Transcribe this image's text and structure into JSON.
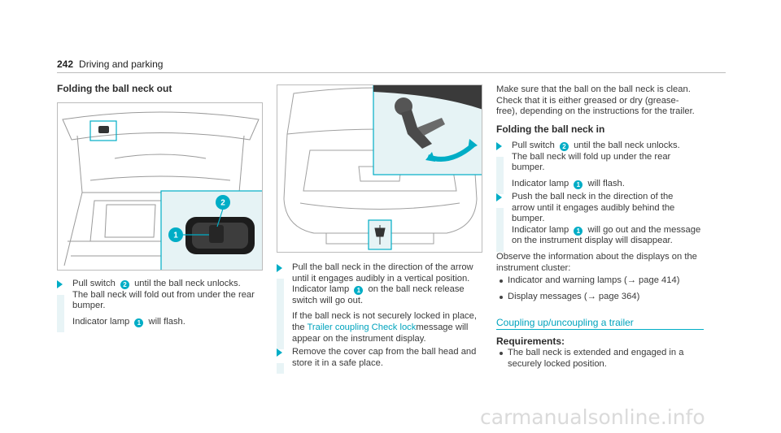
{
  "header": {
    "page_number": "242",
    "section": "Driving and parking"
  },
  "col1": {
    "heading": "Folding the ball neck out",
    "step1_lines": [
      [
        "Pull switch ",
        "2",
        " until the ball neck unlocks."
      ],
      "The ball neck will fold out from under the rear",
      "bumper."
    ],
    "step1_indicator": [
      "Indicator lamp ",
      "1",
      " will flash."
    ]
  },
  "col2": {
    "step1": {
      "l1": "Pull the ball neck in the direction of the arrow",
      "l2": "until it engages audibly in a vertical position.",
      "l3a": "Indicator lamp ",
      "b1": "1",
      "l3b": " on the ball neck release",
      "l4": "switch will go out.",
      "l5": "If the ball neck is not securely locked in place,",
      "l6a": "the ",
      "link": "Trailer coupling Check lock",
      "l6b": "message will",
      "l7": "appear on the instrument display."
    },
    "step2": {
      "l1": "Remove the cover cap from the ball head and",
      "l2": "store it in a safe place."
    }
  },
  "col3": {
    "intro": [
      "Make sure that the ball on the ball neck is clean.",
      "Check that it is either greased or dry (grease-",
      "free), depending on the instructions for the trailer."
    ],
    "heading": "Folding the ball neck in",
    "step1": {
      "l1a": "Pull switch ",
      "b2": "2",
      "l1b": " until the ball neck unlocks.",
      "l2": "The ball neck will fold up under the rear",
      "l3": "bumper.",
      "l4a": "Indicator lamp ",
      "b1": "1",
      "l4b": " will flash."
    },
    "step2": {
      "l1": "Push the ball neck in the direction of the",
      "l2": "arrow until it engages audibly behind the",
      "l3": "bumper.",
      "l4a": "Indicator lamp ",
      "b1": "1",
      "l4b": " will go out and the message",
      "l5": "on the instrument display will disappear."
    },
    "observe": [
      "Observe the information about the displays on the",
      "instrument cluster:"
    ],
    "bullets": [
      "Indicator and warning lamps (→ page 414)",
      "Display messages (→ page 364)"
    ],
    "section_link": "Coupling up/uncoupling a trailer",
    "req_heading": "Requirements:",
    "req_lines": [
      "The ball neck is extended and engaged in a",
      "securely locked position."
    ]
  },
  "figure_callouts": {
    "one": "1",
    "two": "2"
  },
  "watermark": "carmanualsonline.info",
  "colors": {
    "accent": "#00adc6",
    "highlight_bg": "#e8f4f6"
  }
}
